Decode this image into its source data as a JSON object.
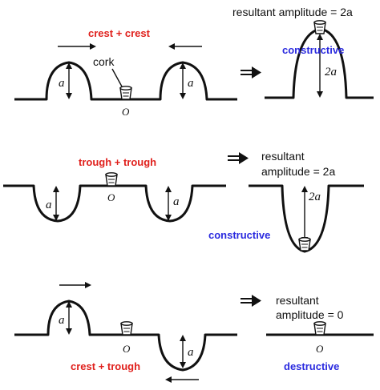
{
  "panel1": {
    "title": "crest + crest",
    "cork_label": "cork",
    "amp_label": "a",
    "origin_label": "O",
    "result_label": "resultant amplitude = 2a",
    "result_amp_label": "2a",
    "result_type": "constructive"
  },
  "panel2": {
    "title": "trough + trough",
    "amp_label": "a",
    "origin_label": "O",
    "result_label_line1": "resultant",
    "result_label_line2": "amplitude = 2a",
    "result_amp_label": "2a",
    "result_type": "constructive"
  },
  "panel3": {
    "title": "crest + trough",
    "amp_label": "a",
    "origin_label": "O",
    "result_label_line1": "resultant",
    "result_label_line2": "amplitude = 0",
    "result_type": "destructive"
  },
  "colors": {
    "title": "#e0201c",
    "result_type": "#2a2adf",
    "line": "#111111"
  }
}
